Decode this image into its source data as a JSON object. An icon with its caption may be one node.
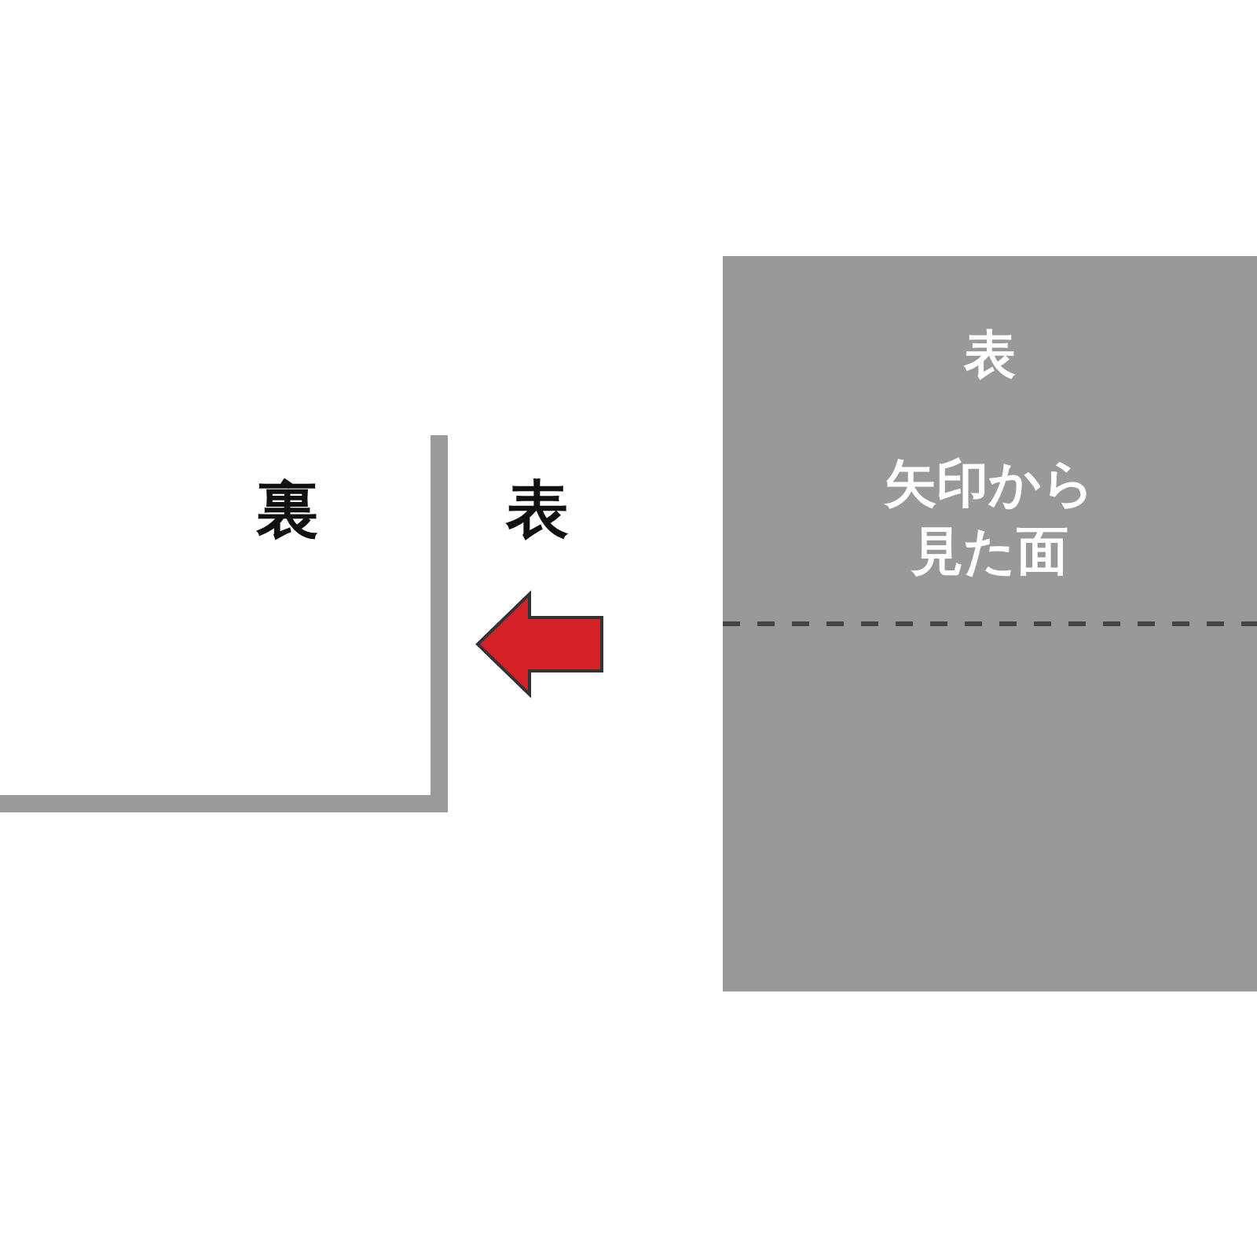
{
  "diagram": {
    "nodes": [
      {
        "text": [
          "表",
          "矢印から見た面"
        ]
      }
    ],
    "labels": [
      "裏",
      "表"
    ]
  }
}
